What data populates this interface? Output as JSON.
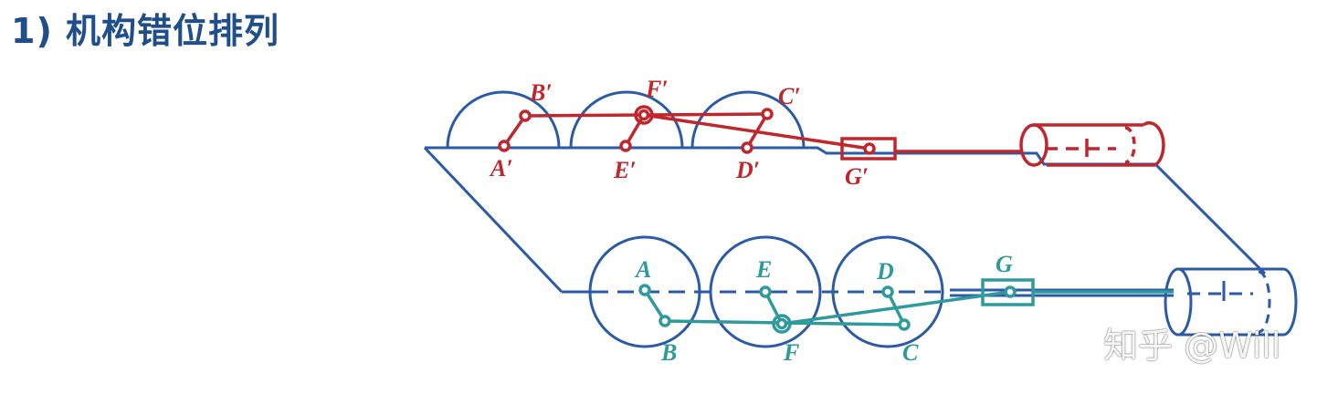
{
  "title": "1) 机构错位排列",
  "colors": {
    "title": "#1f4e8c",
    "frame": "#2b5aa6",
    "upper_mechanism": "#c0272d",
    "lower_mechanism": "#2e9a9c"
  },
  "upper_labels": {
    "A": "A′",
    "B": "B′",
    "C": "C′",
    "D": "D′",
    "E": "E′",
    "F": "F′",
    "G": "G′"
  },
  "lower_labels": {
    "A": "A",
    "B": "B",
    "C": "C",
    "D": "D",
    "E": "E",
    "F": "F",
    "G": "G"
  },
  "watermark": "知乎 @Will"
}
